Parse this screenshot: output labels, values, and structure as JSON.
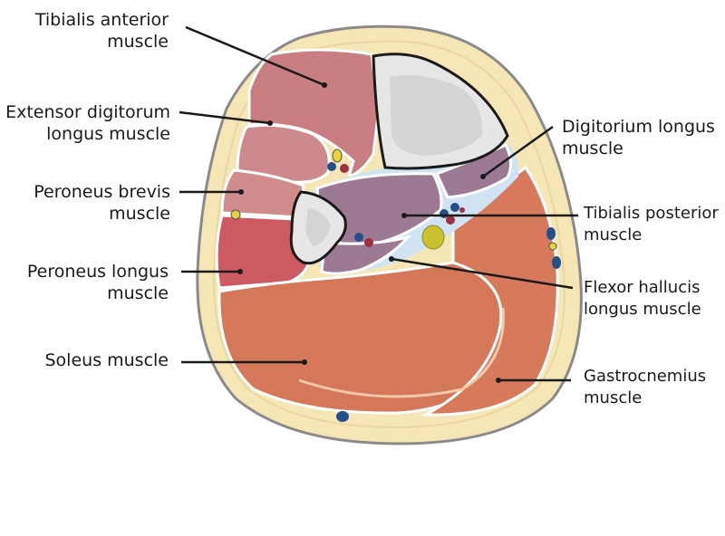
{
  "labels": {
    "tibialis_anterior": [
      "Tibialis anterior",
      "muscle"
    ],
    "extensor_digitorum": [
      "Extensor digitorum",
      "longus muscle"
    ],
    "peroneus_brevis": [
      "Peroneus brevis",
      "muscle"
    ],
    "peroneus_longus": [
      "Peroneus longus",
      "muscle"
    ],
    "soleus": [
      "Soleus muscle"
    ],
    "digitorium_longus": [
      "Digitorium longus",
      "muscle"
    ],
    "tibialis_posterior": [
      "Tibialis posterior",
      "muscle"
    ],
    "flexor_hallucis": [
      "Flexor hallucis",
      "longus muscle"
    ],
    "gastrocnemius": [
      "Gastrocnemius",
      "muscle"
    ]
  },
  "colors": {
    "skin": "#f7e6b5",
    "outline": "#8a8a8a",
    "tibialis_anterior": "#c97f82",
    "extensor": "#cd8a8c",
    "peroneus_brevis": "#d08b8b",
    "peroneus_longus": "#cc5a60",
    "soleus": "#d5785a",
    "gastrocnemius": "#d7795b",
    "deep_group": "#9c7a93",
    "bone": "#e6e6e6",
    "nerve_yellow": "#e8d33a",
    "vessel_blue": "#234f8a",
    "vessel_red": "#a33040"
  }
}
